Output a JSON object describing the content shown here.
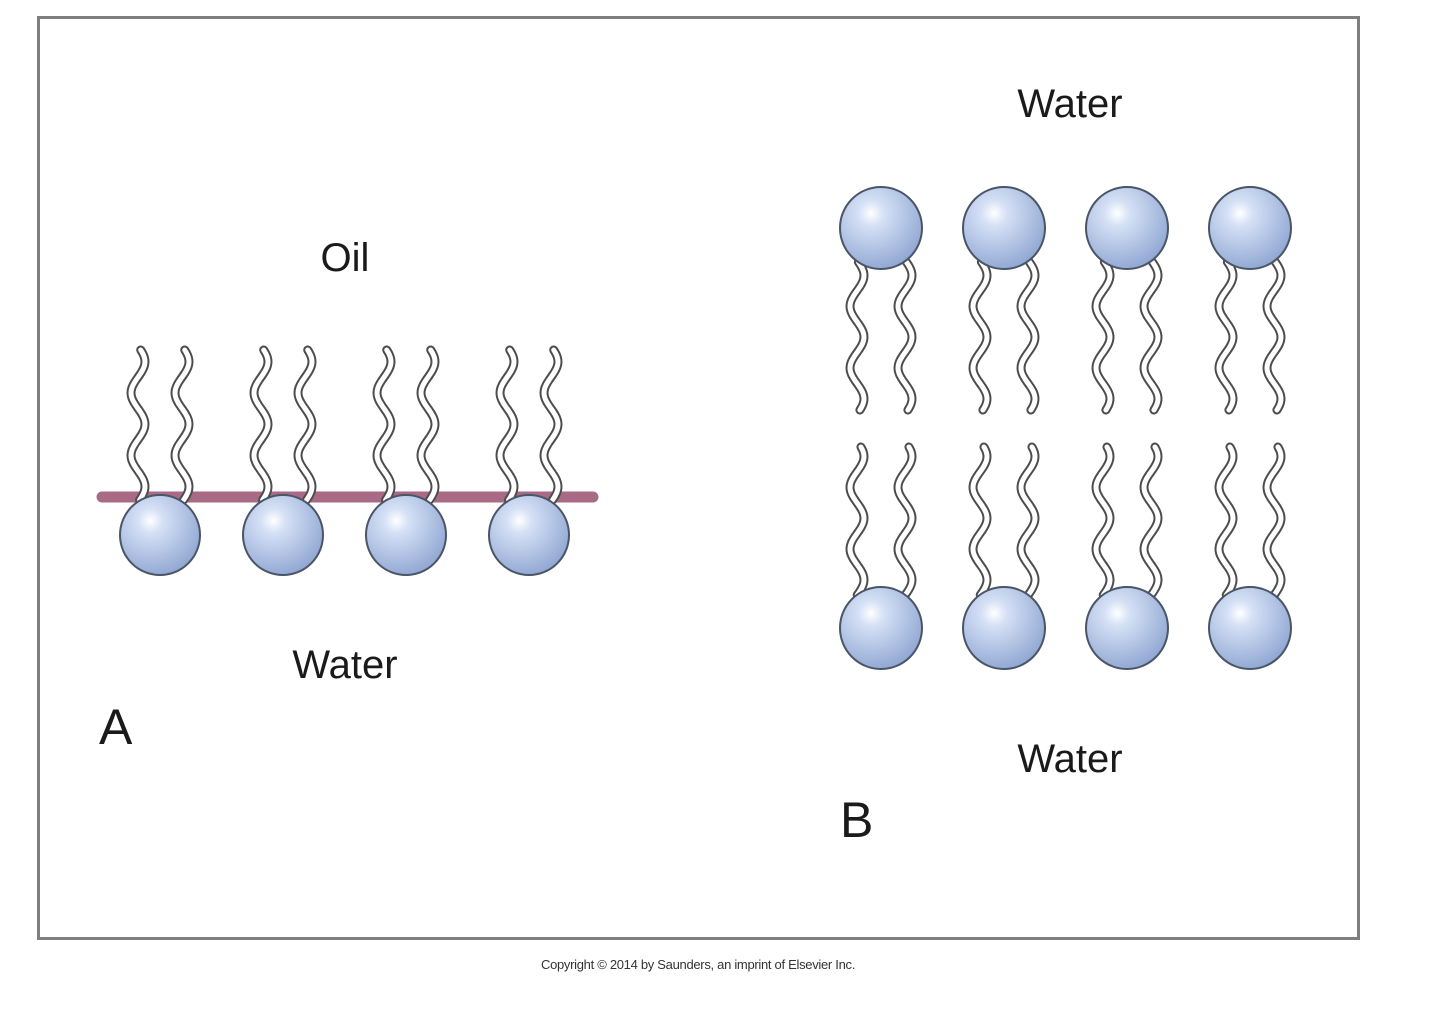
{
  "panel_a": {
    "letter": "A",
    "top_label": "Oil",
    "bottom_label": "Water",
    "molecule_count": 4,
    "interface_color": "#a96a86"
  },
  "panel_b": {
    "letter": "B",
    "top_label": "Water",
    "bottom_label": "Water",
    "molecules_per_layer": 4,
    "layers": 2
  },
  "colors": {
    "head_fill": "#a9bfe4",
    "head_stroke": "#4a5568",
    "frame": "#7f7f7f"
  },
  "footer": {
    "copyright": "Copyright © 2014 by Saunders, an imprint of Elsevier Inc."
  }
}
